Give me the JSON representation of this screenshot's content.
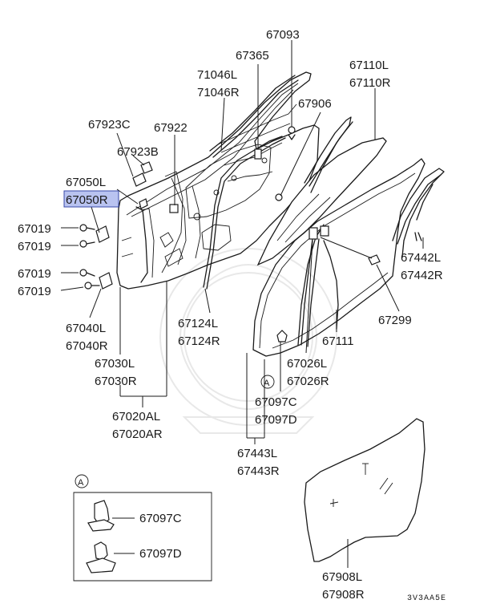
{
  "diagram": {
    "labels": {
      "p67093": "67093",
      "p67365": "67365",
      "p71046L": "71046L",
      "p71046R": "71046R",
      "p67110L": "67110L",
      "p67110R": "67110R",
      "p67906": "67906",
      "p67923C": "67923C",
      "p67922": "67922",
      "p67923B": "67923B",
      "p67050L": "67050L",
      "p67050R": "67050R",
      "p67019a": "67019",
      "p67019b": "67019",
      "p67019c": "67019",
      "p67019d": "67019",
      "p67442L": "67442L",
      "p67442R": "67442R",
      "p67299": "67299",
      "p67040L": "67040L",
      "p67040R": "67040R",
      "p67124L": "67124L",
      "p67124R": "67124R",
      "p67111": "67111",
      "p67030L": "67030L",
      "p67030R": "67030R",
      "p67026L": "67026L",
      "p67026R": "67026R",
      "p67097C": "67097C",
      "p67097D": "67097D",
      "p67020AL": "67020AL",
      "p67020AR": "67020AR",
      "p67443L": "67443L",
      "p67443R": "67443R",
      "p67908L": "67908L",
      "p67908R": "67908R",
      "callout_a_main": "A",
      "callout_a_inset": "A",
      "inset_67097C": "67097C",
      "inset_67097D": "67097D",
      "figure_code": "3V3AA5E"
    },
    "highlighted_part": "67050R",
    "highlight_color": "#b9c3f0"
  }
}
